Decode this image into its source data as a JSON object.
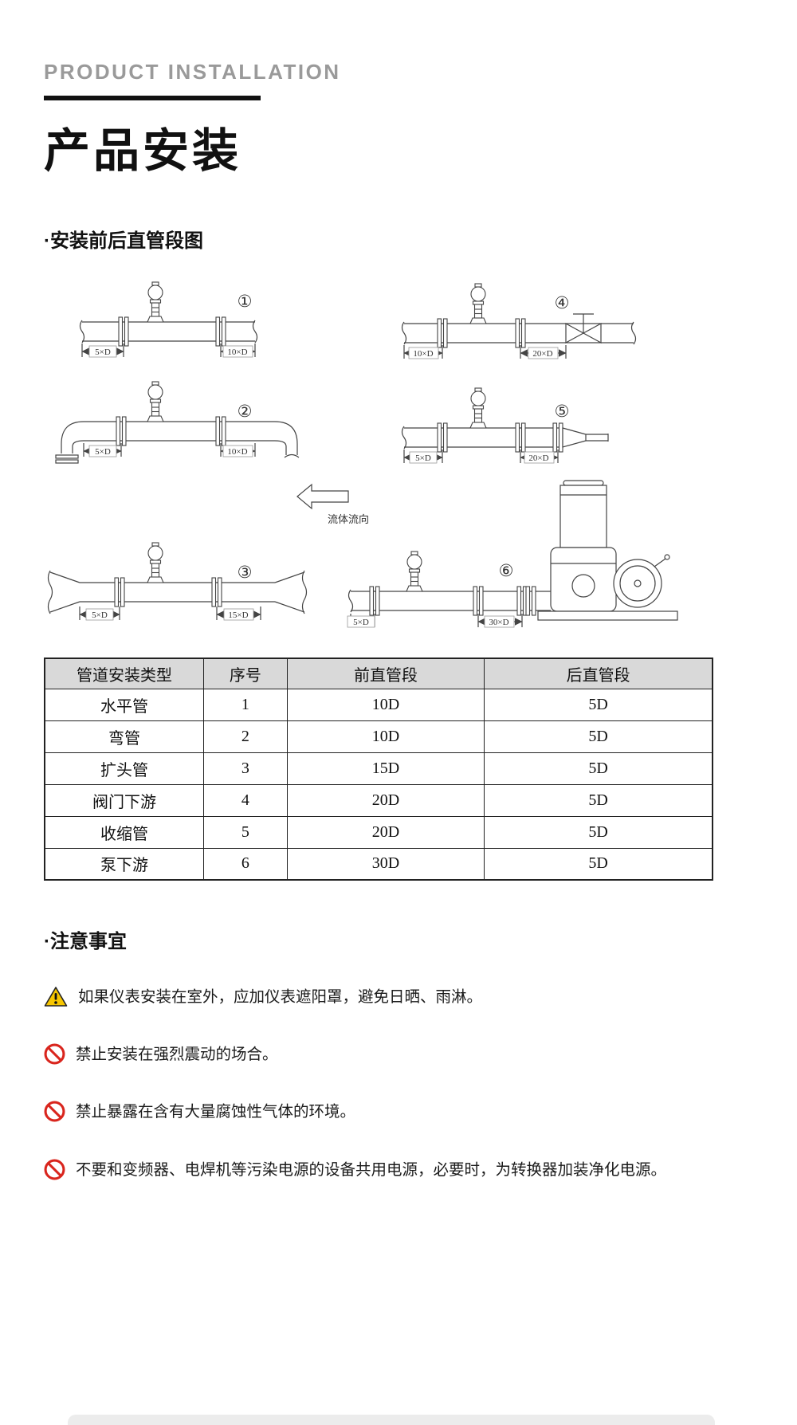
{
  "header": {
    "eyebrow": "PRODUCT INSTALLATION",
    "title": "产品安装"
  },
  "diagram_section": {
    "title": "·安装前后直管段图",
    "flow_label": "流体流向",
    "items": [
      {
        "num": "①",
        "left": "5×D",
        "right": "10×D"
      },
      {
        "num": "②",
        "left": "5×D",
        "right": "10×D"
      },
      {
        "num": "③",
        "left": "5×D",
        "right": "15×D"
      },
      {
        "num": "④",
        "left": "10×D",
        "right": "20×D"
      },
      {
        "num": "⑤",
        "left": "5×D",
        "right": "20×D"
      },
      {
        "num": "⑥",
        "left": "5×D",
        "right": "30×D"
      }
    ]
  },
  "table": {
    "headers": [
      "管道安装类型",
      "序号",
      "前直管段",
      "后直管段"
    ],
    "rows": [
      {
        "type": "水平管",
        "no": "1",
        "front": "10D",
        "back": "5D"
      },
      {
        "type": "弯管",
        "no": "2",
        "front": "10D",
        "back": "5D"
      },
      {
        "type": "扩头管",
        "no": "3",
        "front": "15D",
        "back": "5D"
      },
      {
        "type": "阀门下游",
        "no": "4",
        "front": "20D",
        "back": "5D"
      },
      {
        "type": "收缩管",
        "no": "5",
        "front": "20D",
        "back": "5D"
      },
      {
        "type": "泵下游",
        "no": "6",
        "front": "30D",
        "back": "5D"
      }
    ]
  },
  "notes_section": {
    "title": "·注意事宜",
    "notes": [
      {
        "icon": "warning-icon",
        "text": "如果仪表安装在室外，应加仪表遮阳罩，避免日晒、雨淋。"
      },
      {
        "icon": "prohibited-icon",
        "text": "禁止安装在强烈震动的场合。"
      },
      {
        "icon": "prohibited-icon",
        "text": "禁止暴露在含有大量腐蚀性气体的环境。"
      },
      {
        "icon": "prohibited-icon",
        "text": "不要和变频器、电焊机等污染电源的设备共用电源，必要时，为转换器加装净化电源。"
      }
    ]
  },
  "colors": {
    "warning_yellow": "#f7c600",
    "prohibit_red": "#d9251d",
    "table_header_bg": "#d9d9d9"
  }
}
